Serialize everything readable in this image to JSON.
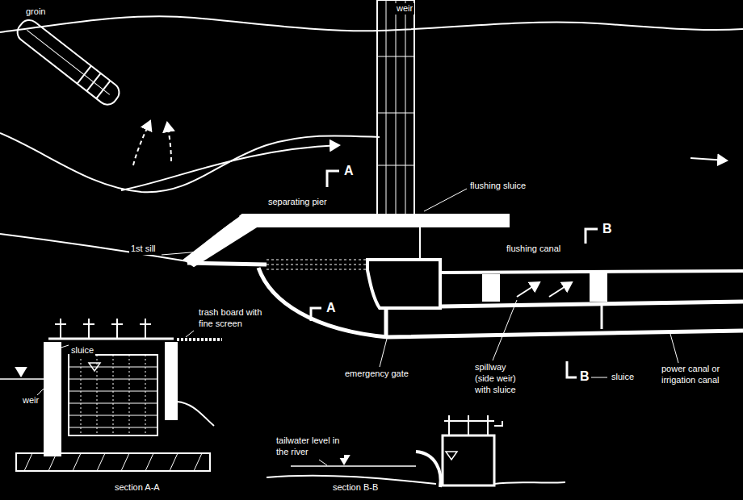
{
  "diagram": {
    "labels": [
      "groin",
      "weir",
      "flushing sluice",
      "separating pier",
      "A",
      "B",
      "1st sill",
      "flushing canal",
      "A",
      "emergency gate",
      "spillway (side weir) with sluice",
      "B",
      "sluice",
      "power canal or irrigation canal",
      "trash board with fine screen",
      "sluice",
      "weir",
      "section A-A",
      "tailwater level in the river",
      "section B-B"
    ]
  }
}
